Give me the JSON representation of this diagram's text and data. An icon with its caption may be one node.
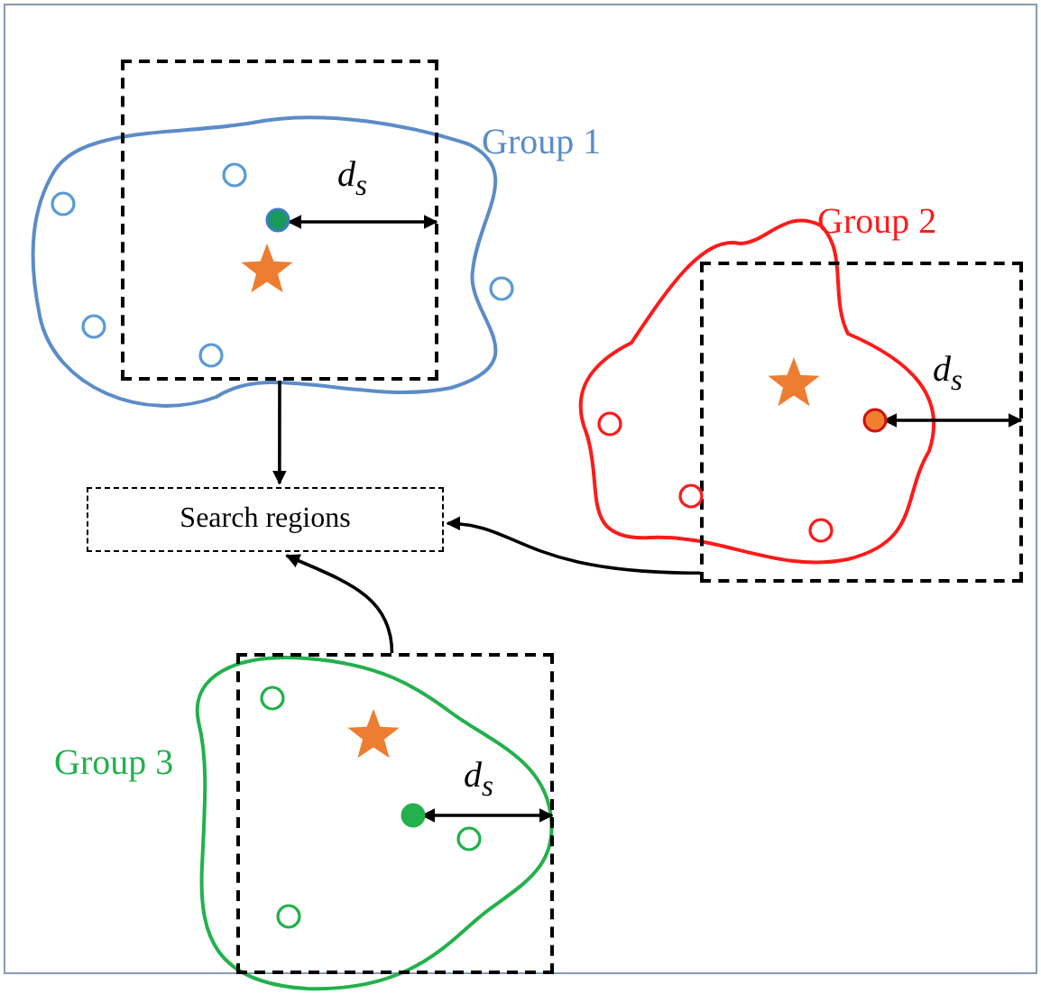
{
  "diagram": {
    "nodes": [
      {
        "text": [
          "Group 1"
        ]
      },
      {
        "text": [],
        "shape": "box"
      },
      {
        "text": [
          "Group 2"
        ]
      },
      {
        "text": [],
        "shape": "box"
      },
      {
        "text": [
          "Search regions"
        ]
      },
      {
        "text": [
          "Group 3"
        ]
      },
      {
        "text": [],
        "shape": "box"
      }
    ],
    "edges": [
      {
        "from": 1,
        "to": 4,
        "arrow": "to"
      },
      {
        "from": 3,
        "to": 4,
        "arrow": "to"
      },
      {
        "from": 6,
        "to": 4,
        "arrow": "to"
      }
    ],
    "labels": [
      "d$_{s}$",
      "d$_{s}$",
      "d$_{s}$"
    ]
  }
}
